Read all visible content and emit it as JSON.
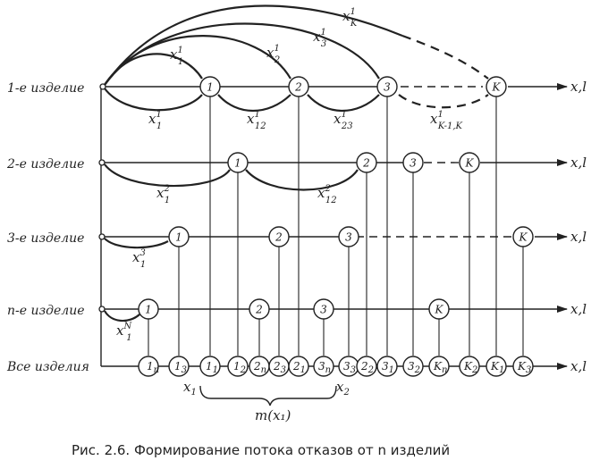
{
  "rows": [
    {
      "label": "1-е изделие",
      "axis": "x,l"
    },
    {
      "label": "2-е изделие",
      "axis": "x,l"
    },
    {
      "label": "3-е изделие",
      "axis": "x,l"
    },
    {
      "label": "n-е изделие",
      "axis": "x,l"
    },
    {
      "label": "Все изделия",
      "axis": "x,l"
    }
  ],
  "row1_nodes": [
    "1",
    "2",
    "3",
    "K"
  ],
  "row2_nodes": [
    "1",
    "2",
    "3",
    "K"
  ],
  "row3_nodes": [
    "1",
    "2",
    "3",
    "K"
  ],
  "rown_nodes": [
    "1",
    "2",
    "3",
    "K"
  ],
  "all_nodes": [
    {
      "main": "1",
      "sub": "n"
    },
    {
      "main": "1",
      "sub": "3"
    },
    {
      "main": "1",
      "sub": "1"
    },
    {
      "main": "1",
      "sub": "2"
    },
    {
      "main": "2",
      "sub": "n"
    },
    {
      "main": "2",
      "sub": "3"
    },
    {
      "main": "2",
      "sub": "1"
    },
    {
      "main": "3",
      "sub": "n"
    },
    {
      "main": "3",
      "sub": "3"
    },
    {
      "main": "2",
      "sub": "2"
    },
    {
      "main": "3",
      "sub": "1"
    },
    {
      "main": "3",
      "sub": "2"
    },
    {
      "main": "K",
      "sub": "n"
    },
    {
      "main": "K",
      "sub": "2"
    },
    {
      "main": "K",
      "sub": "1"
    },
    {
      "main": "K",
      "sub": "3"
    }
  ],
  "annotations": {
    "xK1": {
      "main": "x",
      "sup": "1",
      "sub": "K"
    },
    "x31": {
      "main": "x",
      "sup": "1",
      "sub": "3"
    },
    "x21": {
      "main": "x",
      "sup": "1",
      "sub": "2"
    },
    "x11_top": {
      "main": "x",
      "sup": "1",
      "sub": "1"
    },
    "x11_low": {
      "main": "x",
      "sup": "1",
      "sub": "1"
    },
    "x121": {
      "main": "x",
      "sup": "1",
      "sub": "12"
    },
    "x231": {
      "main": "x",
      "sup": "1",
      "sub": "23"
    },
    "xK1K": {
      "main": "x",
      "sup": "1",
      "sub": "K-1,K"
    },
    "x12": {
      "main": "x",
      "sup": "2",
      "sub": "1"
    },
    "x122": {
      "main": "x",
      "sup": "2",
      "sub": "12"
    },
    "x13": {
      "main": "x",
      "sup": "3",
      "sub": "1"
    },
    "x1N": {
      "main": "x",
      "sup": "N",
      "sub": "1"
    },
    "x_1": {
      "main": "x",
      "sub": "1"
    },
    "x_2": {
      "main": "x",
      "sub": "2"
    },
    "m": "m(x₁)"
  },
  "caption": "Рис. 2.6. Формирование потока отказов от n изделий"
}
